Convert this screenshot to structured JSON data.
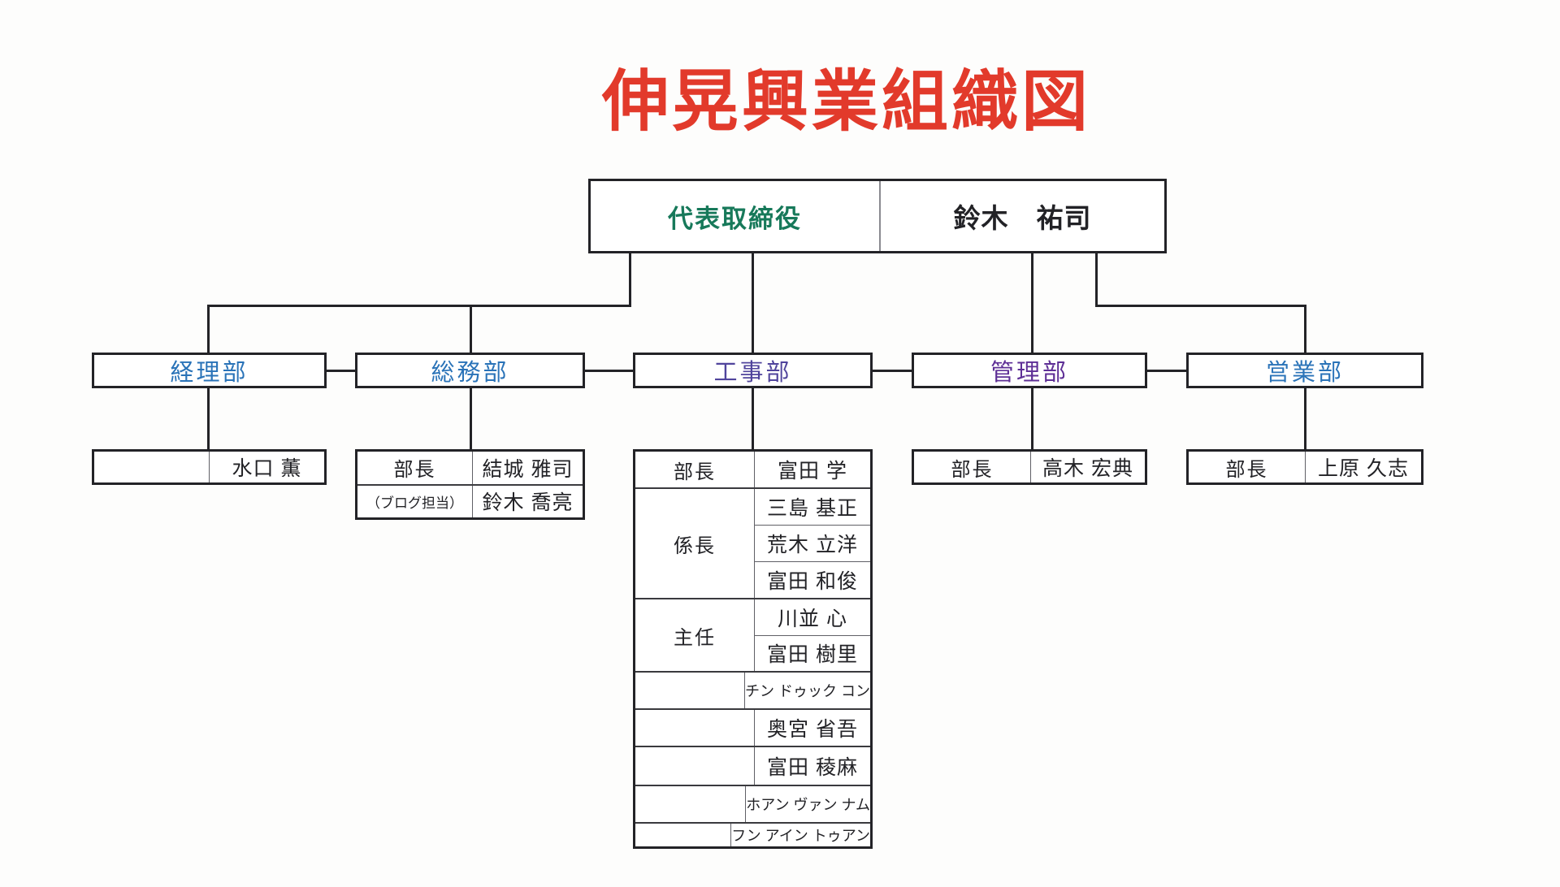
{
  "title": "伸晃興業組織図",
  "ceo": {
    "role": "代表取締役",
    "name": "鈴木　祐司"
  },
  "departments": [
    {
      "label": "経理部",
      "staff": [
        {
          "role": "",
          "name": "水口 薫"
        }
      ]
    },
    {
      "label": "総務部",
      "staff": [
        {
          "role": "部長",
          "name": "結城 雅司"
        },
        {
          "role": "（ブログ担当）",
          "name": "鈴木 喬亮"
        }
      ]
    },
    {
      "label": "工事部",
      "sections": [
        {
          "role": "部長",
          "names": [
            "富田 学"
          ]
        },
        {
          "role": "係長",
          "names": [
            "三島 基正",
            "荒木 立洋",
            "富田 和俊"
          ]
        },
        {
          "role": "主任",
          "names": [
            "川並 心",
            "富田 樹里"
          ]
        },
        {
          "role": "",
          "names": [
            "チン ドゥック コン"
          ]
        },
        {
          "role": "",
          "names": [
            "奥宮 省吾"
          ]
        },
        {
          "role": "",
          "names": [
            "富田 稜麻"
          ]
        },
        {
          "role": "",
          "names": [
            "ホアン ヴァン ナム"
          ]
        },
        {
          "role": "",
          "names": [
            "フン アイン トゥアン"
          ]
        }
      ]
    },
    {
      "label": "管理部",
      "staff": [
        {
          "role": "部長",
          "name": "高木 宏典"
        }
      ]
    },
    {
      "label": "営業部",
      "staff": [
        {
          "role": "部長",
          "name": "上原 久志"
        }
      ]
    }
  ],
  "colors": {
    "title_red": "#e23a2b",
    "ceo_green": "#17795a",
    "dept_blue": "#2a73b8",
    "dept_violet": "#50449c",
    "dept_purple": "#5e2f96",
    "line_black": "#232327"
  }
}
